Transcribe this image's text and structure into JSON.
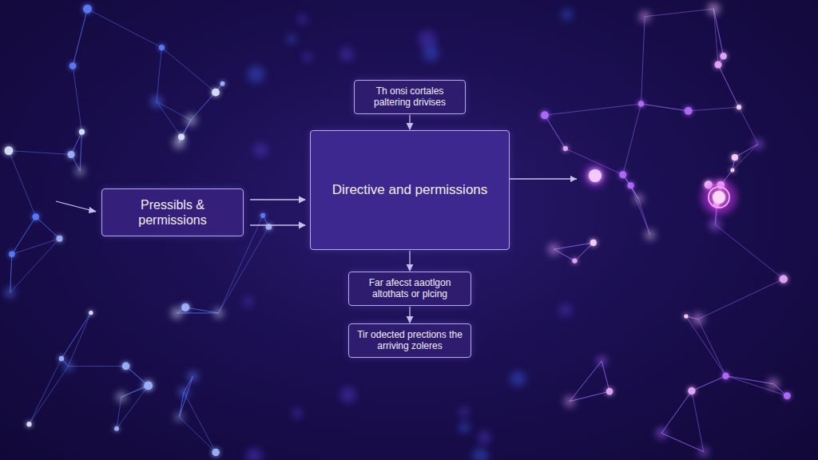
{
  "diagram": {
    "nodes": [
      {
        "text": [
          "Pressibls & permissions"
        ]
      },
      {
        "text": [
          "Th onsi cortales paltering drivises"
        ]
      },
      {
        "text": [
          "Directive and permissions"
        ]
      },
      {
        "text": [
          "Far afecst aaotlgon altothats or plcing"
        ]
      },
      {
        "text": [
          "Tir odected prections the arriving zoleres"
        ]
      }
    ],
    "edges": [
      {
        "from": 0,
        "to": 2,
        "arrow": "to"
      },
      {
        "from": 0,
        "to": 2,
        "arrow": "to"
      },
      {
        "from": 1,
        "to": 2,
        "arrow": "to"
      },
      {
        "from": 2,
        "to": 3,
        "arrow": "to"
      },
      {
        "from": 3,
        "to": 4,
        "arrow": "to"
      }
    ]
  }
}
